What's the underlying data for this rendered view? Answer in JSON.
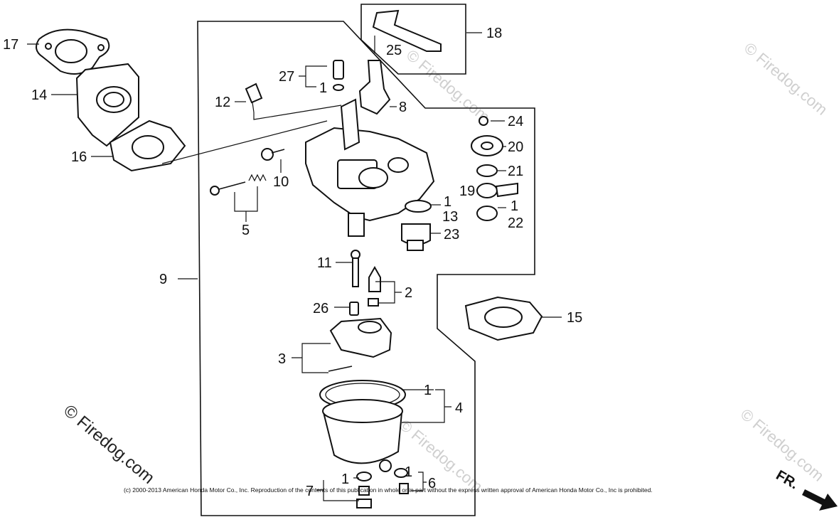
{
  "diagram": {
    "callouts": [
      "1",
      "2",
      "3",
      "4",
      "5",
      "6",
      "7",
      "8",
      "9",
      "10",
      "11",
      "12",
      "13",
      "14",
      "15",
      "16",
      "17",
      "18",
      "19",
      "20",
      "21",
      "22",
      "23",
      "24",
      "25",
      "26",
      "27"
    ],
    "watermark": "© Firedog.com",
    "copyright": "(c) 2000-2013 American Honda Motor Co., Inc. Reproduction of the contents of this publication in whole or in part without the express written approval of American Honda Motor Co., Inc is prohibited.",
    "direction_marker": "FR."
  }
}
